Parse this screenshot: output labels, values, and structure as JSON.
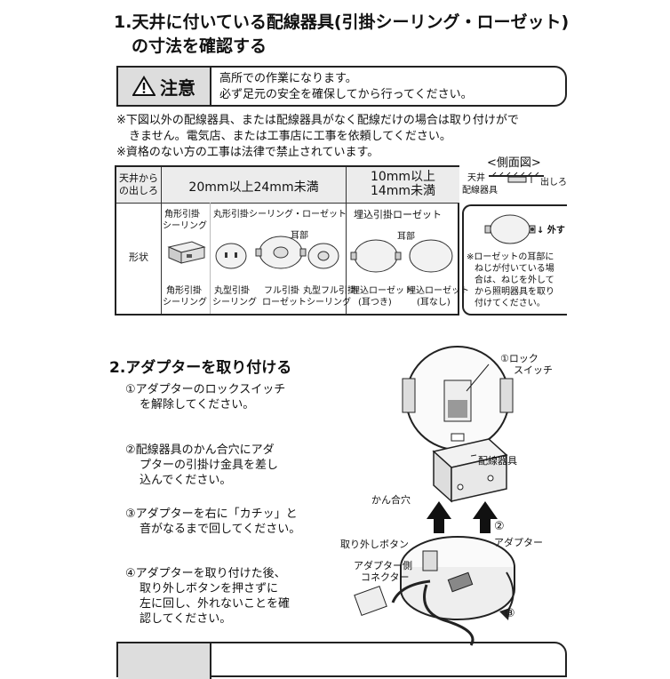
{
  "section1": {
    "title_line1": "1.天井に付いている配線器具(引掛シーリング・ローゼット)",
    "title_line2": "の寸法を確認する"
  },
  "caution1": {
    "label": "注意",
    "line1": "高所での作業になります。",
    "line2": "必ず足元の安全を確保してから行ってください。"
  },
  "notes": {
    "line1": "※下図以外の配線器具、または配線器具がなく配線だけの場合は取り付けがで",
    "line2": "きません。電気店、または工事店に工事を依頼してください。",
    "line3": "※資格のない方の工事は法律で禁止されています。"
  },
  "table": {
    "hdr_left_1": "天井から",
    "hdr_left_2": "の出しろ",
    "hdr_mid": "20mm以上24mm未満",
    "hdr_right_1": "10mm以上",
    "hdr_right_2": "14mm未満",
    "row_label": "形状",
    "group1_title_1": "角形引掛",
    "group1_title_2": "シーリング",
    "group2_title": "丸形引掛シーリング・ローゼット",
    "group2_ear": "耳部",
    "group3_title": "埋込引掛ローゼット",
    "group3_ear": "耳部",
    "cap1_1": "角形引掛",
    "cap1_2": "シーリング",
    "cap2_1": "丸型引掛",
    "cap2_2": "シーリング",
    "cap3_1": "フル引掛",
    "cap3_2": "ローゼット",
    "cap4_1": "丸型フル引掛",
    "cap4_2": "シーリング",
    "cap5_1": "埋込ローゼット",
    "cap5_2": "(耳つき)",
    "cap6_1": "埋込ローゼット",
    "cap6_2": "(耳なし)"
  },
  "side_view": {
    "title": "<側面図>",
    "ceiling": "天井",
    "protrusion": "出しろ",
    "fixture": "配線器具",
    "remove": "外す",
    "note_1": "※ローゼットの耳部に",
    "note_2": "ねじが付いている場",
    "note_3": "合は、ねじを外して",
    "note_4": "から照明器具を取り",
    "note_5": "付けてください。"
  },
  "section2": {
    "title": "2.アダプターを取り付ける",
    "step1_1": "①アダプターのロックスイッチ",
    "step1_2": "を解除してください。",
    "step2_1": "②配線器具のかん合穴にアダ",
    "step2_2": "プターの引掛け金具を差し",
    "step2_3": "込んでください。",
    "step3_1": "③アダプターを右に「カチッ」と",
    "step3_2": "音がなるまで回してください。",
    "step4_1": "④アダプターを取り付けた後、",
    "step4_2": "取り外しボタンを押さずに",
    "step4_3": "左に回し、外れないことを確",
    "step4_4": "認してください。"
  },
  "figure2": {
    "lock_switch_1": "①ロック",
    "lock_switch_2": "スイッチ",
    "fixture": "配線器具",
    "hole": "かん合穴",
    "step2_mark": "②",
    "remove_button": "取り外しボタン",
    "adapter": "アダプター",
    "connector_1": "アダプター側",
    "connector_2": "コネクター",
    "step3_mark": "③"
  }
}
